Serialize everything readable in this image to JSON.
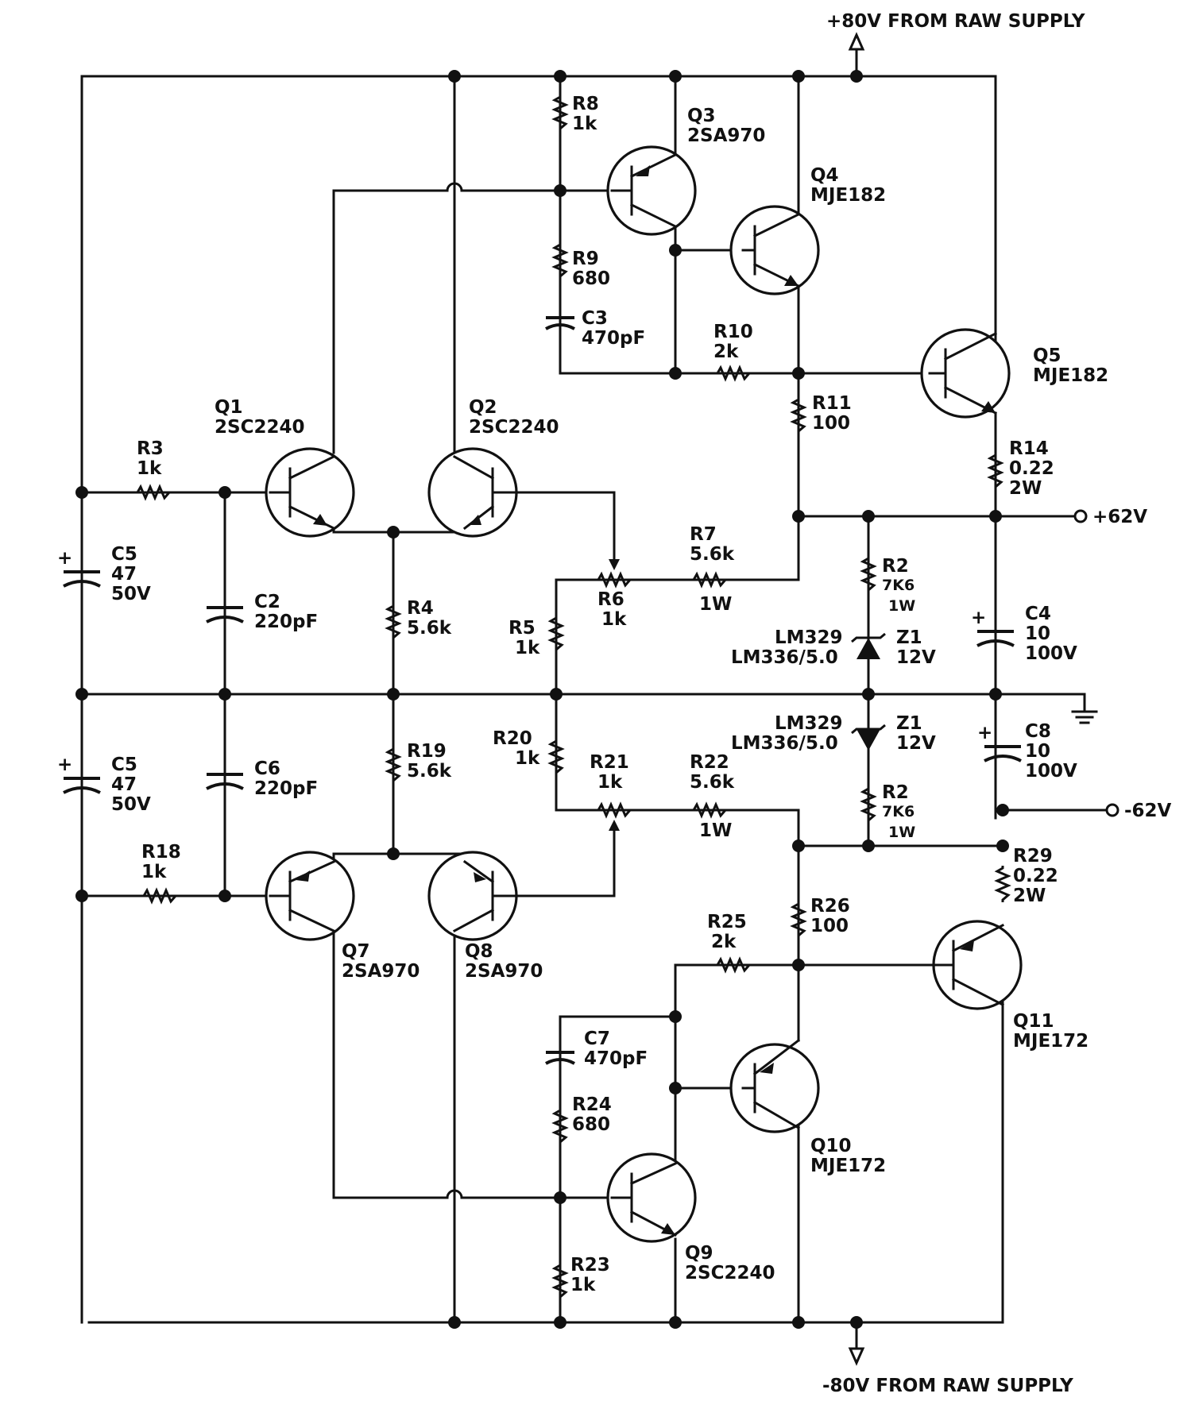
{
  "supply": {
    "top_label": "+80V FROM RAW SUPPLY",
    "bottom_label": "-80V FROM RAW SUPPLY"
  },
  "outputs": {
    "pos": "+62V",
    "neg": "-62V"
  },
  "transistors": [
    {
      "ref": "Q1",
      "part": "2SC2240"
    },
    {
      "ref": "Q2",
      "part": "2SC2240"
    },
    {
      "ref": "Q3",
      "part": "2SA970"
    },
    {
      "ref": "Q4",
      "part": "MJE182"
    },
    {
      "ref": "Q5",
      "part": "MJE182"
    },
    {
      "ref": "Q7",
      "part": "2SA970"
    },
    {
      "ref": "Q8",
      "part": "2SA970"
    },
    {
      "ref": "Q9",
      "part": "2SC2240"
    },
    {
      "ref": "Q10",
      "part": "MJE172"
    },
    {
      "ref": "Q11",
      "part": "MJE172"
    }
  ],
  "resistors": [
    {
      "ref": "R8",
      "lines": [
        "1k"
      ]
    },
    {
      "ref": "R9",
      "lines": [
        "680"
      ]
    },
    {
      "ref": "R10",
      "lines": [
        "2k"
      ]
    },
    {
      "ref": "R11",
      "lines": [
        "100"
      ]
    },
    {
      "ref": "R3",
      "lines": [
        "1k"
      ]
    },
    {
      "ref": "R14",
      "lines": [
        "0.22",
        "2W"
      ]
    },
    {
      "ref": "R7",
      "lines": [
        "5.6k",
        "1W"
      ]
    },
    {
      "ref": "R6",
      "lines": [
        "1k"
      ]
    },
    {
      "ref": "R2",
      "lines": [
        "7K6",
        "1W"
      ]
    },
    {
      "ref": "R4",
      "lines": [
        "5.6k"
      ]
    },
    {
      "ref": "R5",
      "lines": [
        "1k"
      ]
    },
    {
      "ref": "R20",
      "lines": [
        "1k"
      ]
    },
    {
      "ref": "R21",
      "lines": [
        "1k"
      ]
    },
    {
      "ref": "R22",
      "lines": [
        "5.6k",
        "1W"
      ]
    },
    {
      "ref": "R19",
      "lines": [
        "5.6k"
      ]
    },
    {
      "ref": "R18",
      "lines": [
        "1k"
      ]
    },
    {
      "ref": "R2",
      "lines": [
        "7K6",
        "1W"
      ]
    },
    {
      "ref": "R29",
      "lines": [
        "0.22",
        "2W"
      ]
    },
    {
      "ref": "R26",
      "lines": [
        "100"
      ]
    },
    {
      "ref": "R25",
      "lines": [
        "2k"
      ]
    },
    {
      "ref": "R24",
      "lines": [
        "680"
      ]
    },
    {
      "ref": "R23",
      "lines": [
        "1k"
      ]
    }
  ],
  "capacitors": [
    {
      "ref": "C3",
      "lines": [
        "470pF"
      ]
    },
    {
      "ref": "C5",
      "lines": [
        "47",
        "50V"
      ]
    },
    {
      "ref": "C2",
      "lines": [
        "220pF"
      ]
    },
    {
      "ref": "C4",
      "lines": [
        "10",
        "100V"
      ]
    },
    {
      "ref": "C8",
      "lines": [
        "10",
        "100V"
      ]
    },
    {
      "ref": "C5",
      "lines": [
        "47",
        "50V"
      ]
    },
    {
      "ref": "C6",
      "lines": [
        "220pF"
      ]
    },
    {
      "ref": "C7",
      "lines": [
        "470pF"
      ]
    }
  ],
  "zeners": [
    {
      "ref": "Z1",
      "value": "12V",
      "parts": [
        "LM329",
        "LM336/5.0"
      ]
    },
    {
      "ref": "Z1",
      "value": "12V",
      "parts": [
        "LM329",
        "LM336/5.0"
      ]
    }
  ],
  "polarity_mark": "+"
}
